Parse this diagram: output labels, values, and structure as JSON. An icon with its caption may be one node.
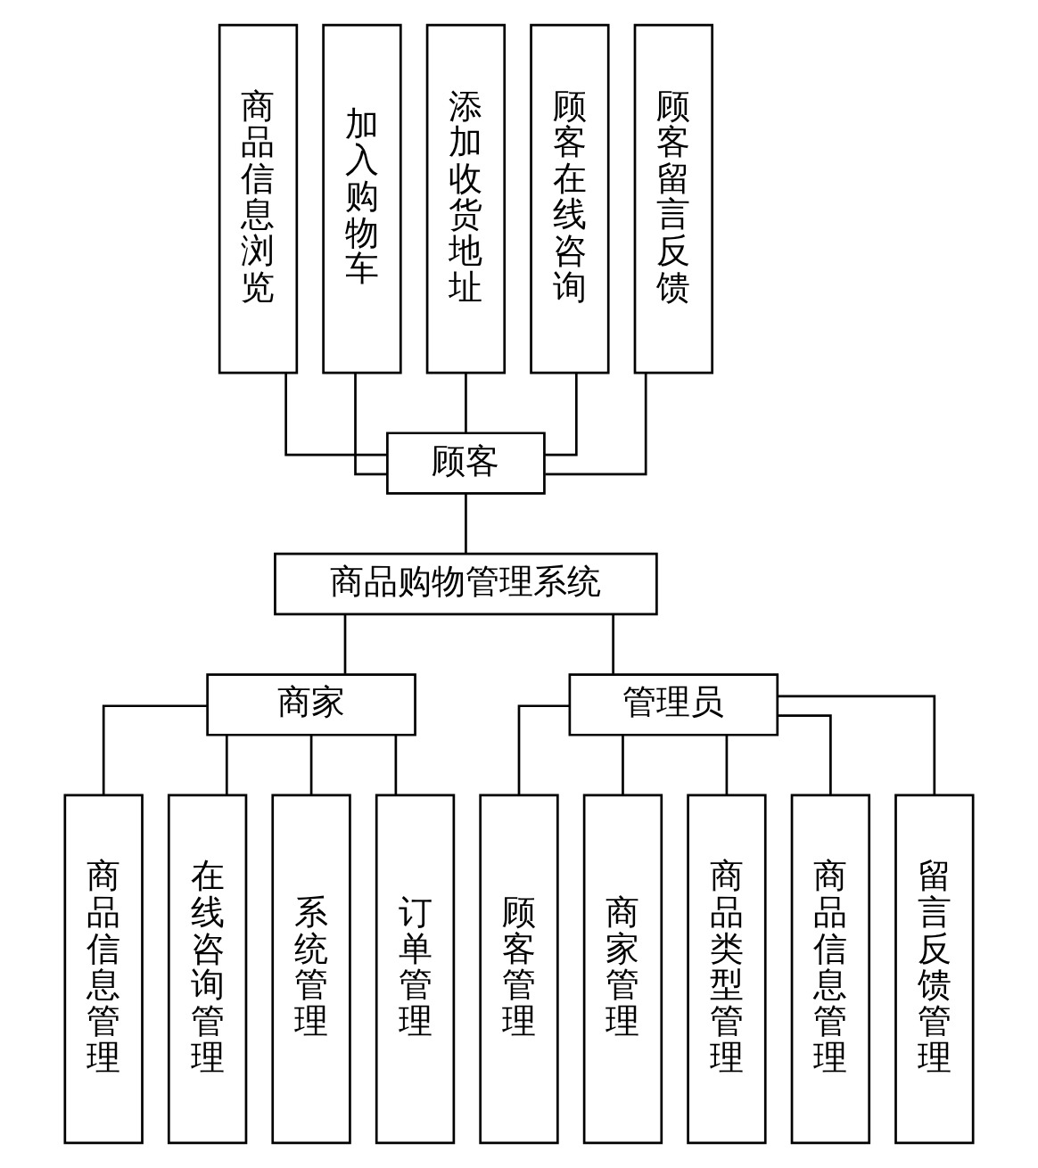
{
  "diagram": {
    "nodes": [
      {
        "text": [
          "商品信息浏览"
        ]
      },
      {
        "text": [
          "加入购物车"
        ]
      },
      {
        "text": [
          "添加收货地址"
        ]
      },
      {
        "text": [
          "顾客在线咨询"
        ]
      },
      {
        "text": [
          "顾客留言反馈"
        ]
      },
      {
        "text": [
          "顾客"
        ]
      },
      {
        "text": [
          "商品购物管理系统"
        ]
      },
      {
        "text": [
          "商家"
        ]
      },
      {
        "text": [
          "管理员"
        ]
      },
      {
        "text": [
          "商品信息管理"
        ]
      },
      {
        "text": [
          "在线咨询管理"
        ]
      },
      {
        "text": [
          "系统管理"
        ]
      },
      {
        "text": [
          "订单管理"
        ]
      },
      {
        "text": [
          "顾客管理"
        ]
      },
      {
        "text": [
          "商家管理"
        ]
      },
      {
        "text": [
          "商品类型管理"
        ]
      },
      {
        "text": [
          "商品信息管理"
        ]
      },
      {
        "text": [
          "留言反馈管理"
        ]
      }
    ],
    "edges": [
      {
        "from": 0,
        "to": 5,
        "arrow": "none"
      },
      {
        "from": 1,
        "to": 5,
        "arrow": "none"
      },
      {
        "from": 2,
        "to": 5,
        "arrow": "none"
      },
      {
        "from": 3,
        "to": 5,
        "arrow": "none"
      },
      {
        "from": 4,
        "to": 5,
        "arrow": "none"
      },
      {
        "from": 5,
        "to": 6,
        "arrow": "none"
      },
      {
        "from": 6,
        "to": 7,
        "arrow": "none"
      },
      {
        "from": 6,
        "to": 8,
        "arrow": "none"
      },
      {
        "from": 7,
        "to": 9,
        "arrow": "none"
      },
      {
        "from": 7,
        "to": 10,
        "arrow": "none"
      },
      {
        "from": 7,
        "to": 11,
        "arrow": "none"
      },
      {
        "from": 7,
        "to": 12,
        "arrow": "none"
      },
      {
        "from": 8,
        "to": 13,
        "arrow": "none"
      },
      {
        "from": 8,
        "to": 14,
        "arrow": "none"
      },
      {
        "from": 8,
        "to": 15,
        "arrow": "none"
      },
      {
        "from": 8,
        "to": 16,
        "arrow": "none"
      },
      {
        "from": 8,
        "to": 17,
        "arrow": "none"
      }
    ]
  }
}
